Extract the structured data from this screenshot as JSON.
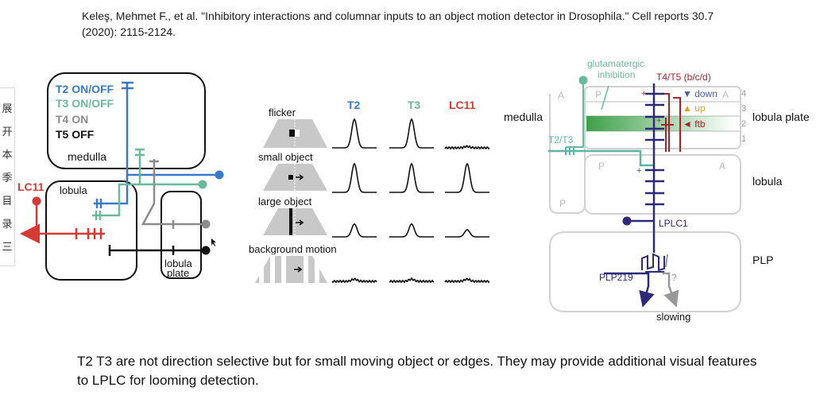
{
  "citation": "Keleş, Mehmet F., et al. \"Inhibitory interactions and columnar inputs to an object motion detector in Drosophila.\" Cell reports 30.7 (2020): 2115-2124.",
  "side_panel": {
    "chars": [
      "展",
      "开",
      "本",
      "季",
      "目",
      "录",
      "三"
    ]
  },
  "circuit": {
    "inputs": [
      "T2 ON/OFF",
      "T3 ON/OFF",
      "T4 ON",
      "T5 OFF"
    ],
    "medulla_label": "medulla",
    "lobula_label": "lobula",
    "plate_label_1": "lobula",
    "plate_label_2": "plate",
    "lc11_label": "LC11",
    "colors": {
      "t2": "#3a78c9",
      "t3": "#6bb89a",
      "t4": "#8c8c8c",
      "t5": "#111111",
      "lc11": "#d63a34"
    }
  },
  "responses": {
    "headers": [
      "T2",
      "T3",
      "LC11"
    ],
    "header_colors": [
      "#3a78c9",
      "#6bb89a",
      "#d63a34"
    ],
    "stimuli": [
      "flicker",
      "small object",
      "large object",
      "background motion"
    ],
    "levels": [
      [
        1.0,
        1.0,
        0.05
      ],
      [
        1.0,
        1.0,
        1.0
      ],
      [
        0.45,
        0.45,
        0.25
      ],
      [
        0.08,
        0.08,
        0.08
      ]
    ]
  },
  "anatomy": {
    "glutamatergic": "glutamatergic",
    "inhibition": "inhibition",
    "t4t5": "T4/T5 (b/c/d)",
    "down": "▼ down",
    "up": "▲ up",
    "ftb": "◄ ftb",
    "layers": [
      "4",
      "3",
      "2",
      "1"
    ],
    "medulla": "medulla",
    "lobula_plate": "lobula plate",
    "lobula": "lobula",
    "plp": "PLP",
    "t2t3": "T2/T3",
    "lplc1": "LPLC1",
    "plp219": "PLP219",
    "question": "?",
    "slowing": "slowing",
    "a_label": "A",
    "p_label": "P",
    "plus": "+"
  },
  "caption": "T2 T3 are not direction selective but for small moving object or edges. They may provide additional visual features to LPLC for looming detection."
}
